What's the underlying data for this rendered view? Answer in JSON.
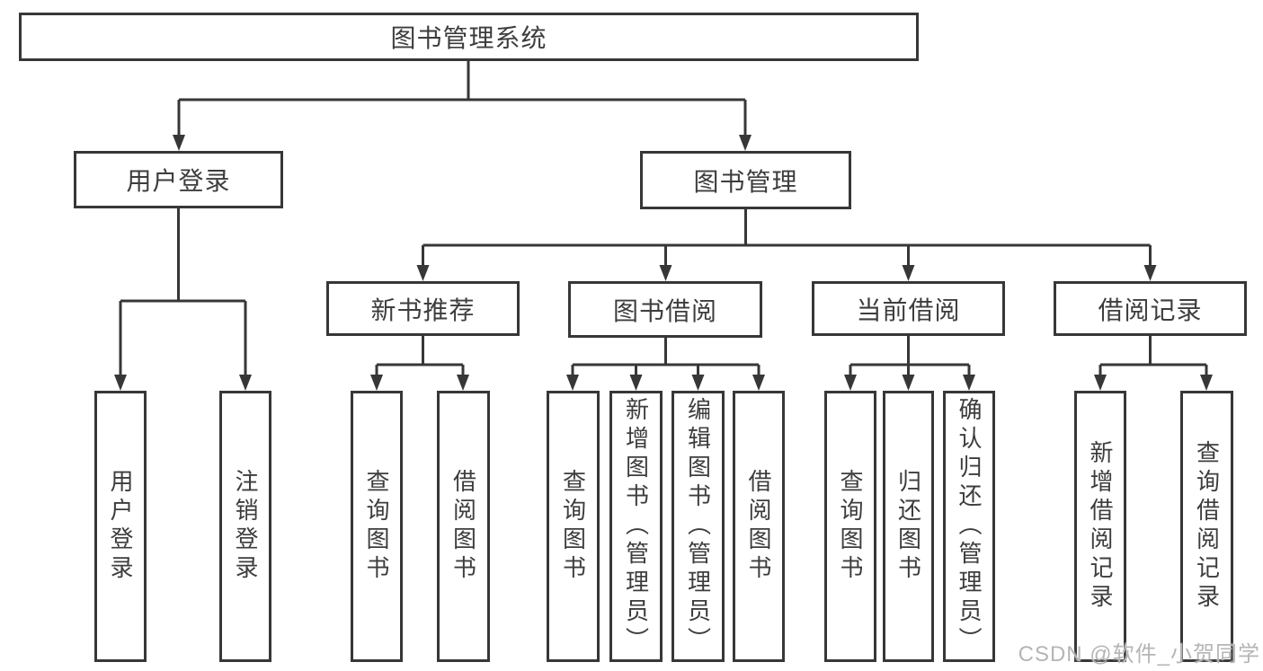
{
  "tree": {
    "label": "图书管理系统",
    "children": [
      {
        "label": "用户登录",
        "children": [
          {
            "label": "用户登录"
          },
          {
            "label": "注销登录"
          }
        ]
      },
      {
        "label": "图书管理",
        "children": [
          {
            "label": "新书推荐",
            "children": [
              {
                "label": "查询图书"
              },
              {
                "label": "借阅图书"
              }
            ]
          },
          {
            "label": "图书借阅",
            "children": [
              {
                "label": "查询图书"
              },
              {
                "label": "新增图书（管理员）"
              },
              {
                "label": "编辑图书（管理员）"
              },
              {
                "label": "借阅图书"
              }
            ]
          },
          {
            "label": "当前借阅",
            "children": [
              {
                "label": "查询图书"
              },
              {
                "label": "归还图书"
              },
              {
                "label": "确认归还（管理员）"
              }
            ]
          },
          {
            "label": "借阅记录",
            "children": [
              {
                "label": "新增借阅记录"
              },
              {
                "label": "查询借阅记录"
              }
            ]
          }
        ]
      }
    ]
  },
  "watermark": "CSDN @软件_小贺同学",
  "colors": {
    "line": "#373737",
    "text": "#3d3d3d",
    "watermark": "#b5b5b5",
    "background": "#ffffff"
  }
}
